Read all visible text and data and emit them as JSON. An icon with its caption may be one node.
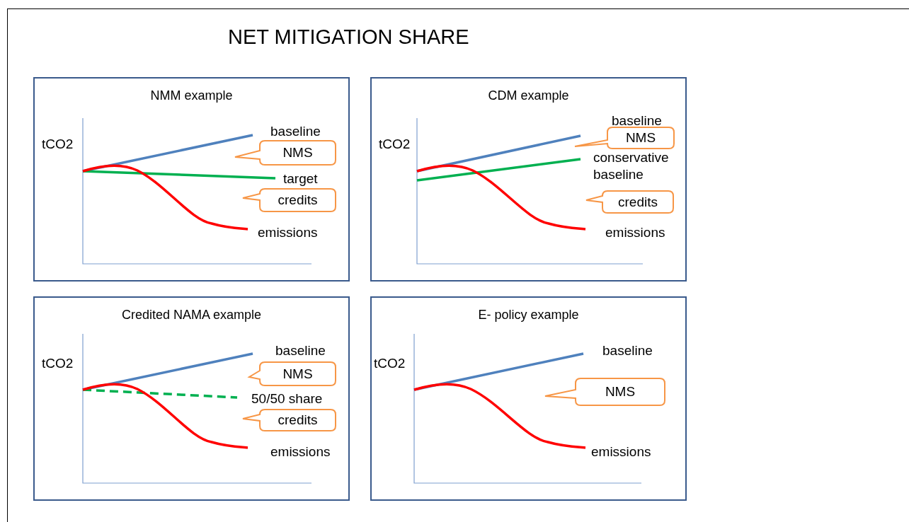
{
  "diagram": {
    "title": "NET MITIGATION SHARE",
    "nodes": [
      {
        "text": [
          "NMM example"
        ]
      },
      {
        "text": [
          "NMS"
        ],
        "in": 0
      },
      {
        "text": [
          "credits"
        ],
        "in": 0
      },
      {
        "text": [
          "CDM example"
        ]
      },
      {
        "text": [
          "NMS"
        ],
        "in": 3
      },
      {
        "text": [
          "credits"
        ],
        "in": 3
      },
      {
        "text": [
          "Credited NAMA example"
        ]
      },
      {
        "text": [
          "NMS"
        ],
        "in": 6
      },
      {
        "text": [
          "credits"
        ],
        "in": 6
      },
      {
        "text": [
          "E- policy example"
        ]
      },
      {
        "text": [
          "NMS"
        ],
        "in": 9
      }
    ],
    "edges": [],
    "labels": [
      "tCO2",
      "baseline",
      "target",
      "emissions",
      "tCO2",
      "baseline",
      "conservative baseline",
      "emissions",
      "tCO2",
      "baseline",
      "50/50 share",
      "emissions",
      "tCO2",
      "baseline",
      "emissions"
    ]
  }
}
